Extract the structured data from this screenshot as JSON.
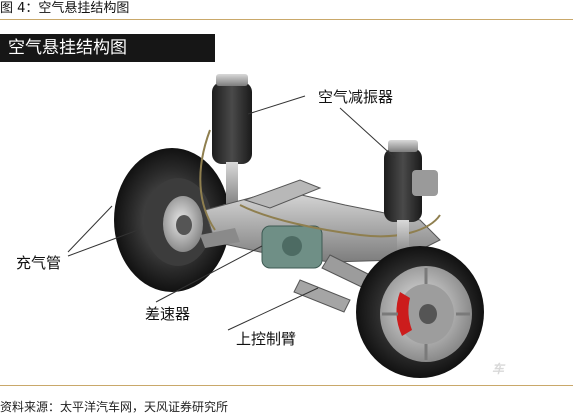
{
  "caption": "图 4：空气悬挂结构图",
  "panel": {
    "title": "空气悬挂结构图",
    "labels": {
      "shock_absorber": "空气减振器",
      "air_tube": "充气管",
      "differential": "差速器",
      "upper_arm": "上控制臂"
    },
    "watermark": "车"
  },
  "source": "资料来源：太平洋汽车网，天风证券研究所",
  "colors": {
    "accent_rule": "#c9a86a",
    "banner": "#161616",
    "brake_caliper": "#cc1c1c"
  }
}
